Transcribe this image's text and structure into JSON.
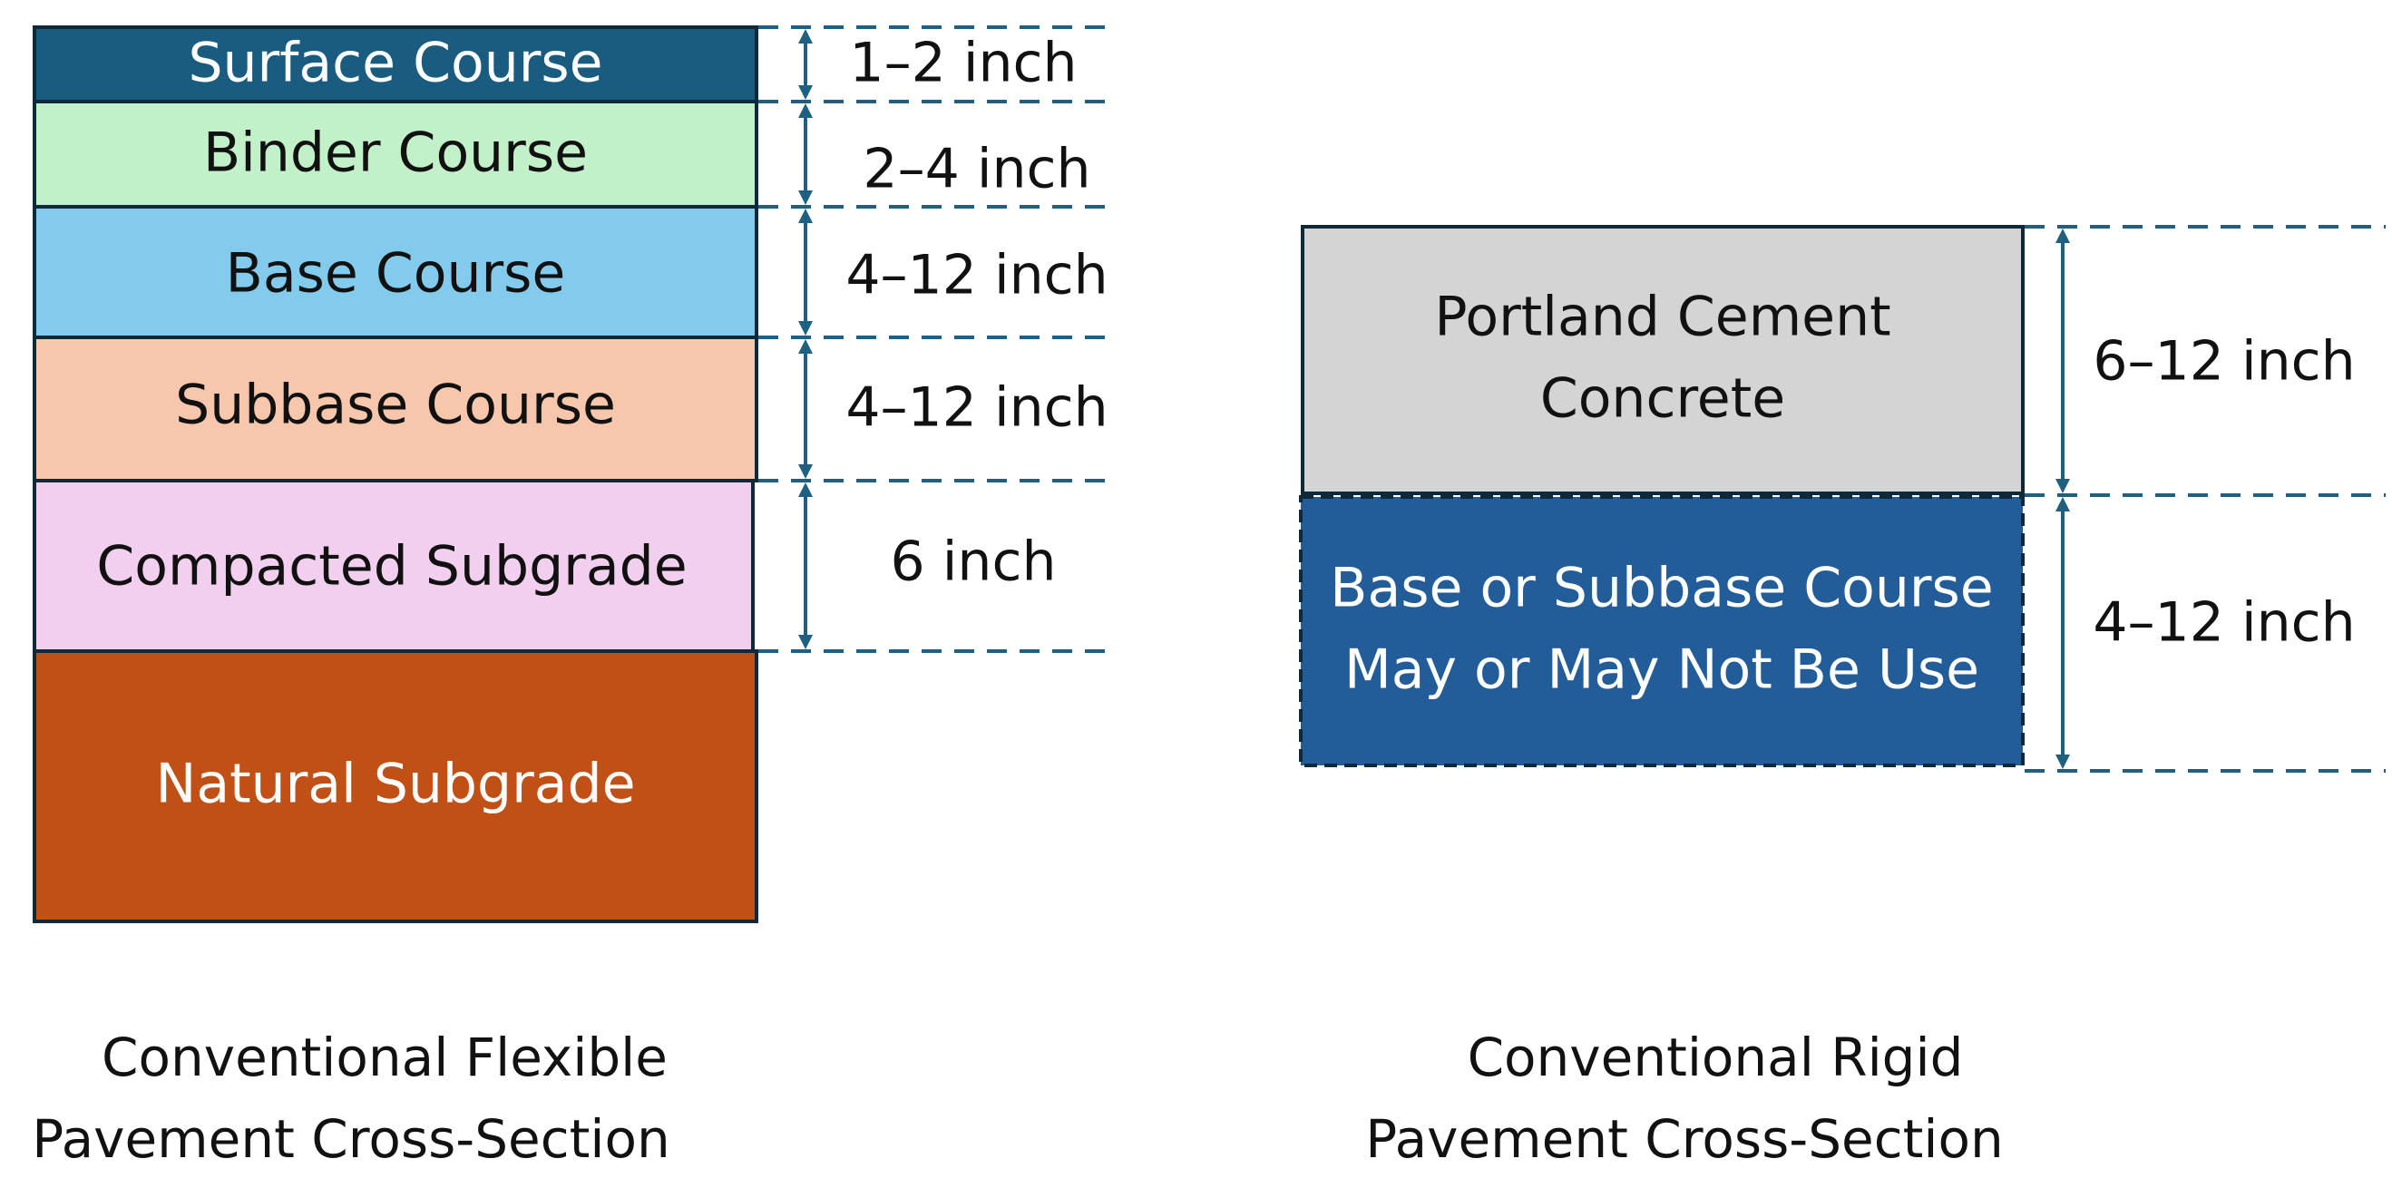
{
  "colors": {
    "surface": "#1a5b80",
    "binder": "#c2f0c8",
    "base": "#83cbec",
    "subbase": "#f7c7ad",
    "compacted": "#f2cfee",
    "natural": "#c05015",
    "pcc": "#d4d4d4",
    "rigid_base": "#225d99",
    "outline": "#0e2a3a",
    "dimension": "#1f5f80",
    "text_dark": "#111111",
    "text_light": "#ffffff"
  },
  "flexible": {
    "caption": [
      "Conventional Flexible",
      "Pavement Cross-Section"
    ],
    "layers": [
      {
        "name": "Surface Course",
        "thickness": "1–2 inch"
      },
      {
        "name": "Binder Course",
        "thickness": "2–4 inch"
      },
      {
        "name": "Base Course",
        "thickness": "4–12 inch"
      },
      {
        "name": "Subbase Course",
        "thickness": "4–12 inch"
      },
      {
        "name": "Compacted Subgrade",
        "thickness": "6 inch"
      },
      {
        "name": "Natural Subgrade"
      }
    ]
  },
  "rigid": {
    "caption": [
      "Conventional Rigid",
      "Pavement Cross-Section"
    ],
    "layers": [
      {
        "name": [
          "Portland Cement",
          "Concrete"
        ],
        "thickness": "6–12 inch"
      },
      {
        "name": [
          "Base or Subbase Course",
          "May or May Not Be Use"
        ],
        "thickness": "4–12 inch"
      }
    ]
  }
}
